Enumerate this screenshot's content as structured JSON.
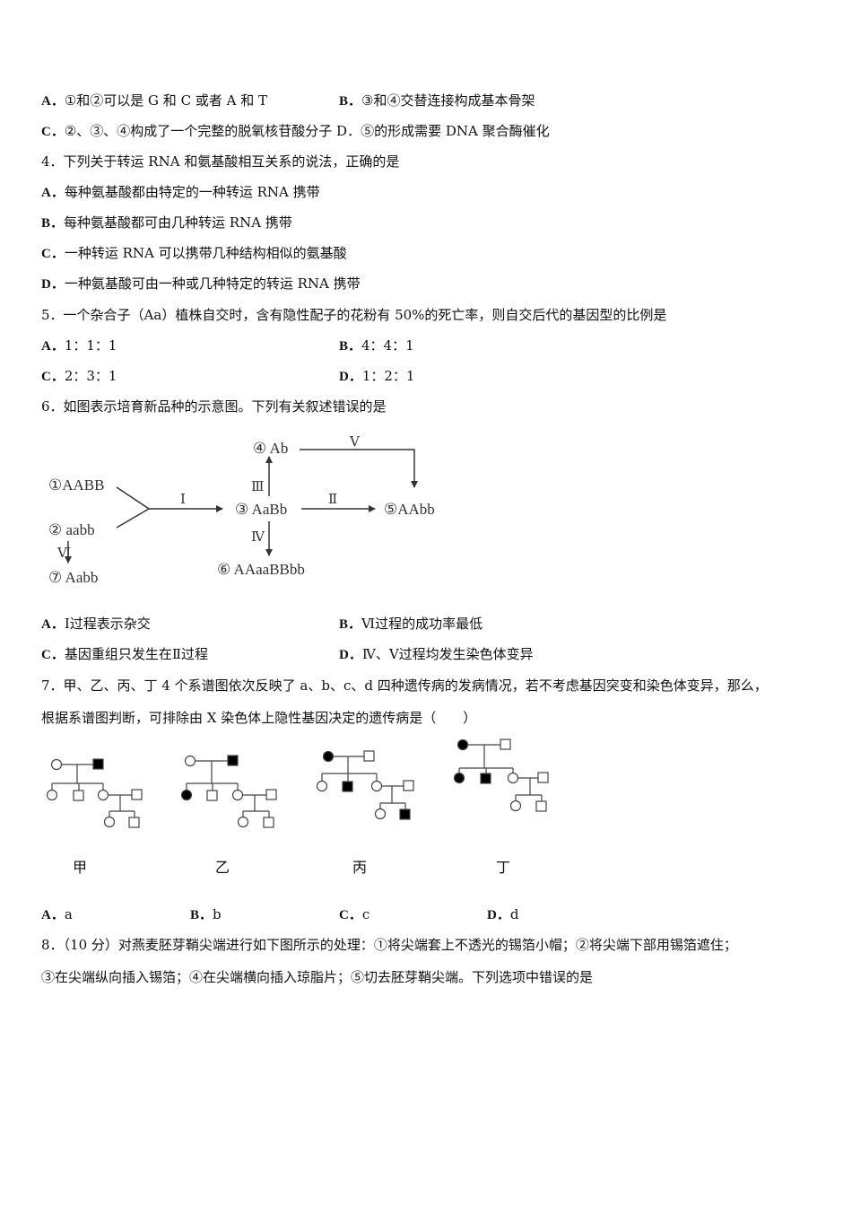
{
  "q3_options": {
    "A": {
      "label": "A．",
      "text": "①和②可以是 G 和 C 或者 A 和 T"
    },
    "B": {
      "label": "B．",
      "text": "③和④交替连接构成基本骨架"
    },
    "C": {
      "label": "C．",
      "text": "②、③、④构成了一个完整的脱氧核苷酸分子 D．⑤的形成需要 DNA 聚合酶催化"
    }
  },
  "q4": {
    "stem": "4．下列关于转运 RNA 和氨基酸相互关系的说法，正确的是",
    "options": [
      {
        "label": "A．",
        "text": "每种氨基酸都由特定的一种转运 RNA 携带"
      },
      {
        "label": "B．",
        "text": "每种氨基酸都可由几种转运 RNA 携带"
      },
      {
        "label": "C．",
        "text": "一种转运 RNA 可以携带几种结构相似的氨基酸"
      },
      {
        "label": "D．",
        "text": "一种氨基酸可由一种或几种特定的转运 RNA 携带"
      }
    ]
  },
  "q5": {
    "stem": "5．一个杂合子（Aa）植株自交时，含有隐性配子的花粉有 50%的死亡率，则自交后代的基因型的比例是",
    "options": [
      {
        "label": "A．",
        "text": "1：1：1"
      },
      {
        "label": "B．",
        "text": "4：4：1"
      },
      {
        "label": "C．",
        "text": "2：3：1"
      },
      {
        "label": "D．",
        "text": "1：2：1"
      }
    ]
  },
  "q6": {
    "stem": "6．如图表示培育新品种的示意图。下列有关叙述错误的是",
    "diagram": {
      "n1": "①AABB",
      "n2": "② aabb",
      "n3": "③ AaBb",
      "n4": "④ Ab",
      "n5": "⑤AAbb",
      "n6": "⑥ AAaaBBbb",
      "n7": "⑦ Aabb",
      "p1": "Ⅰ",
      "p2": "Ⅱ",
      "p3": "Ⅲ",
      "p4": "Ⅳ",
      "p5": "Ⅴ",
      "p6": "Ⅵ"
    },
    "options": [
      {
        "label": "A．",
        "text": "Ⅰ过程表示杂交"
      },
      {
        "label": "B．",
        "text": "Ⅵ过程的成功率最低"
      },
      {
        "label": "C．",
        "text": "基因重组只发生在Ⅱ过程"
      },
      {
        "label": "D．",
        "text": "Ⅳ、Ⅴ过程均发生染色体变异"
      }
    ]
  },
  "q7": {
    "stem_line1": "7．甲、乙、丙、丁 4 个系谱图依次反映了 a、b、c、d 四种遗传病的发病情况，若不考虑基因突变和染色体变异，那么，",
    "stem_line2": "根据系谱图判断，可排除由 X 染色体上隐性基因决定的遗传病是（　　）",
    "captions": [
      "甲",
      "乙",
      "丙",
      "丁"
    ],
    "options": [
      {
        "label": "A．",
        "text": "a"
      },
      {
        "label": "B．",
        "text": "b"
      },
      {
        "label": "C．",
        "text": "c"
      },
      {
        "label": "D．",
        "text": "d"
      }
    ]
  },
  "q8": {
    "line1": "8．（10 分）对燕麦胚芽鞘尖端进行如下图所示的处理：①将尖端套上不透光的锡箔小帽；②将尖端下部用锡箔遮住；",
    "line2": "③在尖端纵向插入锡箔；④在尖端横向插入琼脂片；⑤切去胚芽鞘尖端。下列选项中错误的是"
  }
}
